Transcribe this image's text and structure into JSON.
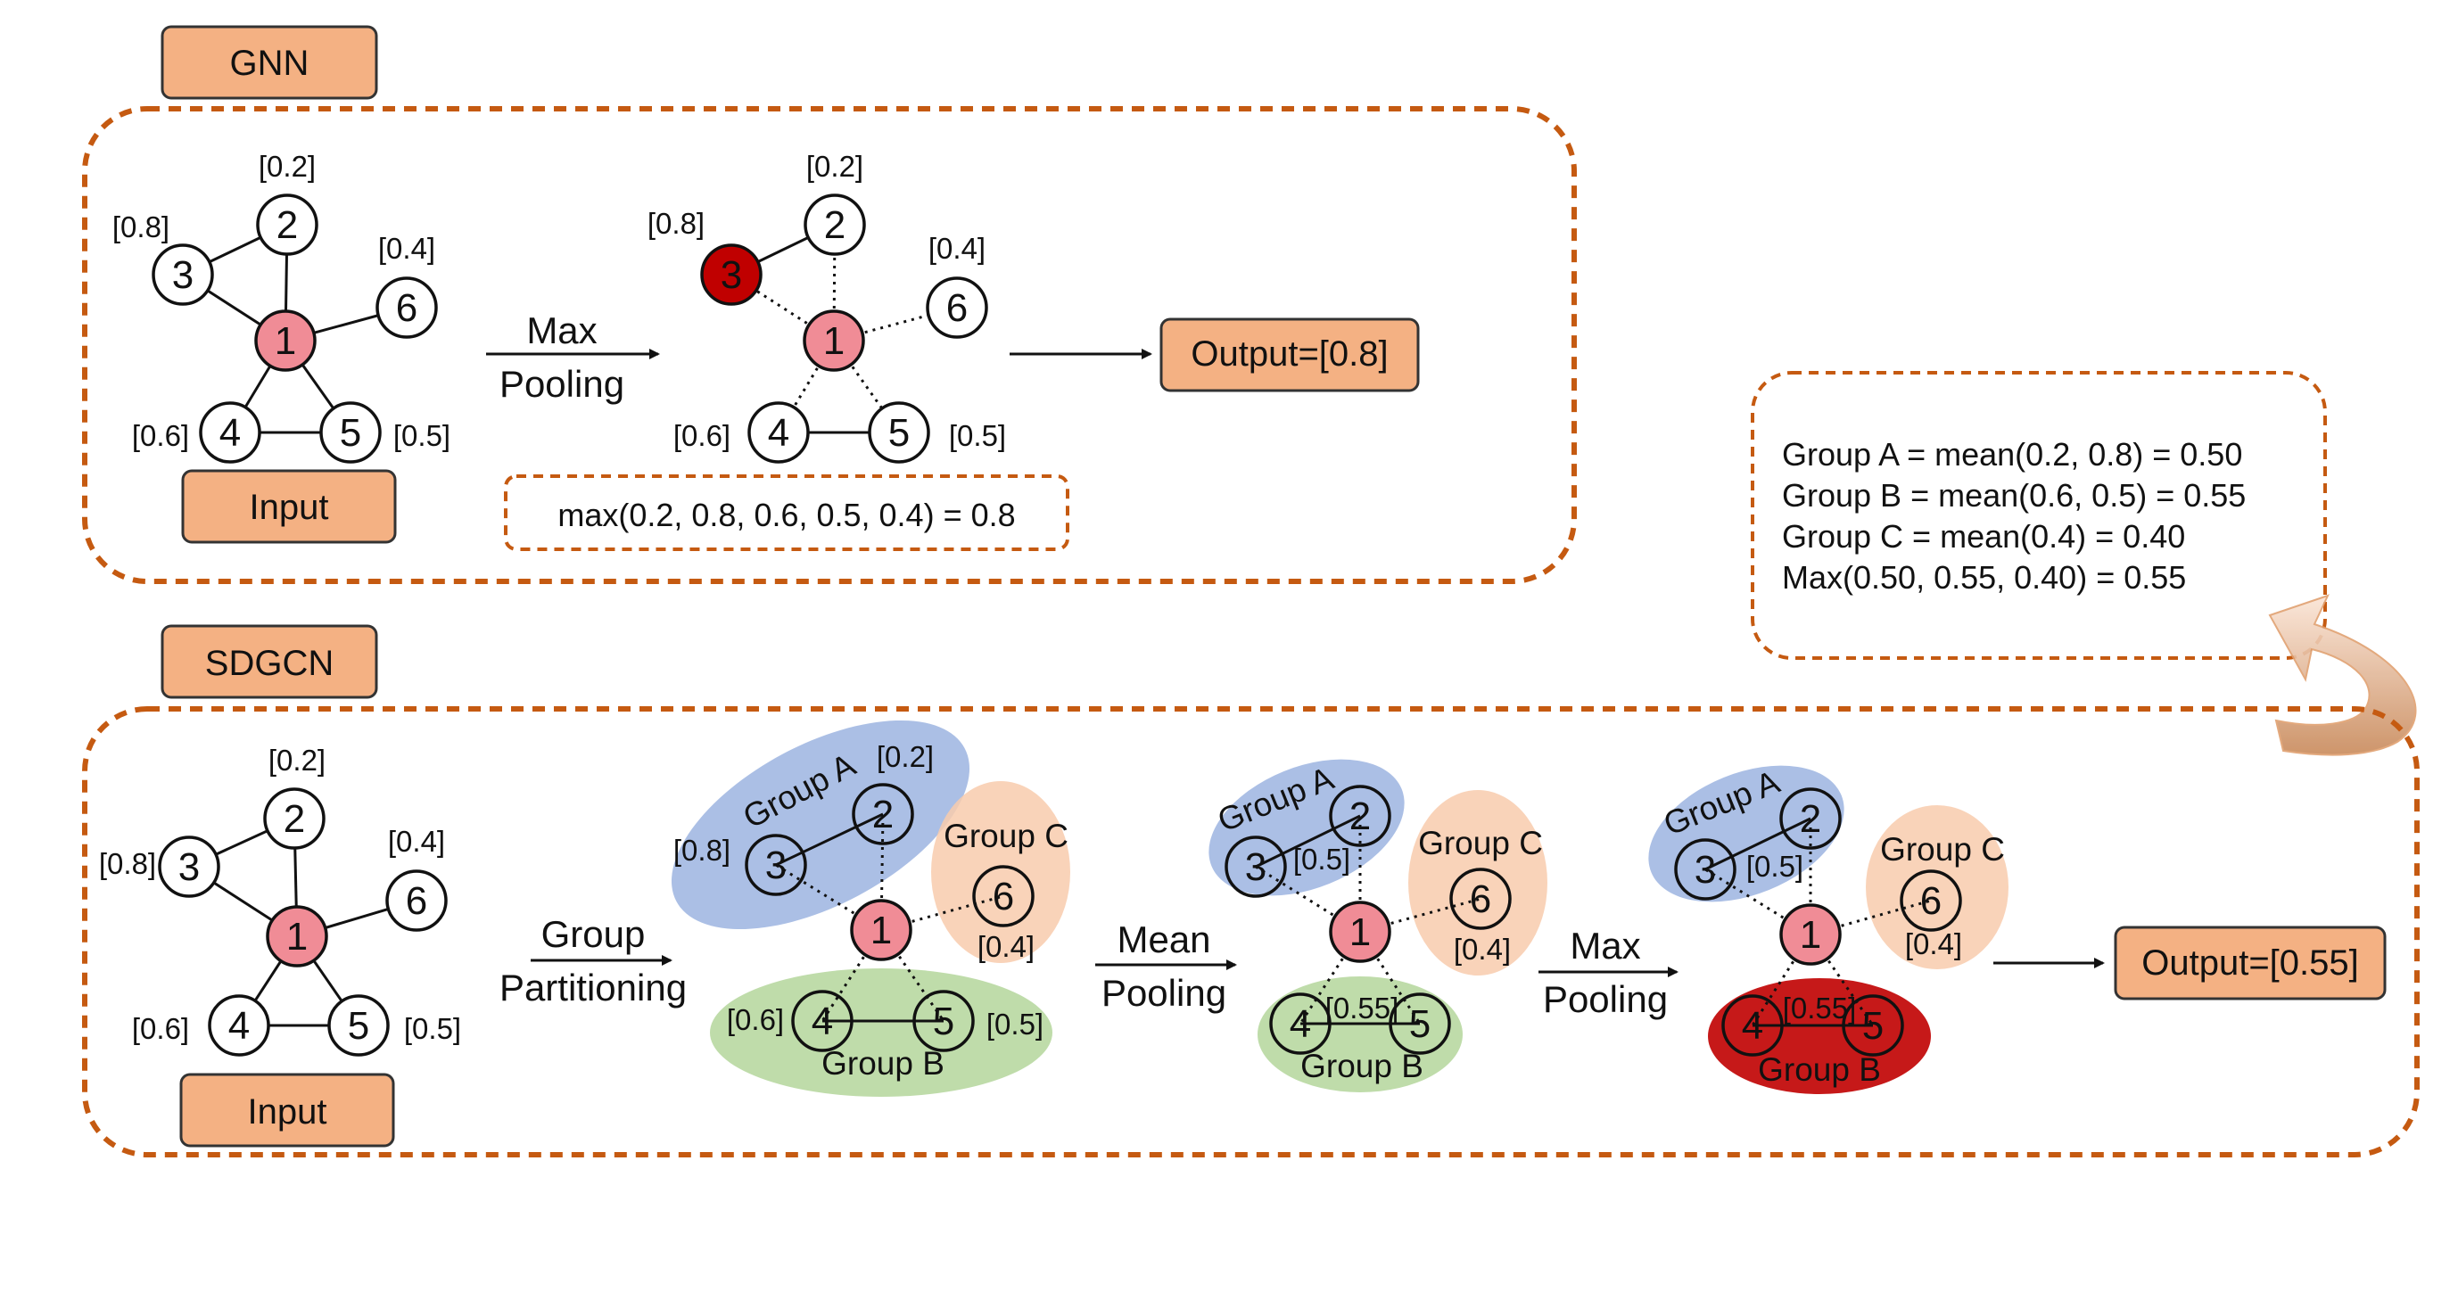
{
  "gnn": {
    "title": "GNN",
    "input_label": "Input",
    "arrow_label": [
      "Max",
      "Pooling"
    ],
    "formula": "max(0.2, 0.8, 0.6, 0.5, 0.4) = 0.8",
    "output": "Output=[0.8]",
    "nodes": [
      {
        "id": "1",
        "value": ""
      },
      {
        "id": "2",
        "value": "[0.2]"
      },
      {
        "id": "3",
        "value": "[0.8]"
      },
      {
        "id": "4",
        "value": "[0.6]"
      },
      {
        "id": "5",
        "value": "[0.5]"
      },
      {
        "id": "6",
        "value": "[0.4]"
      }
    ]
  },
  "sdgcn": {
    "title": "SDGCN",
    "input_label": "Input",
    "arrow_partition": [
      "Group",
      "Partitioning"
    ],
    "arrow_mean": [
      "Mean",
      "Pooling"
    ],
    "arrow_max": [
      "Max",
      "Pooling"
    ],
    "output": "Output=[0.55]",
    "groups": {
      "a": "Group A",
      "b": "Group B",
      "c": "Group C"
    },
    "group_means": {
      "a": "[0.5]",
      "b": "[0.55]",
      "c": "[0.4]"
    },
    "nodes": [
      {
        "id": "1",
        "value": ""
      },
      {
        "id": "2",
        "value": "[0.2]"
      },
      {
        "id": "3",
        "value": "[0.8]"
      },
      {
        "id": "4",
        "value": "[0.6]"
      },
      {
        "id": "5",
        "value": "[0.5]"
      },
      {
        "id": "6",
        "value": "[0.4]"
      }
    ]
  },
  "calculation": [
    "Group A = mean(0.2, 0.8) = 0.50",
    "Group B = mean(0.6, 0.5) = 0.55",
    "Group C = mean(0.4) = 0.40",
    "Max(0.50, 0.55, 0.40) = 0.55"
  ],
  "colors": {
    "frame": "#c55a11",
    "tag_fill": "#f4b183",
    "center_node": "#f08c96",
    "selected_node": "#c00000",
    "group_a": "#8fa9dc",
    "group_b": "#a9d08e",
    "group_c": "#f8cbad",
    "group_selected": "#c00000"
  }
}
